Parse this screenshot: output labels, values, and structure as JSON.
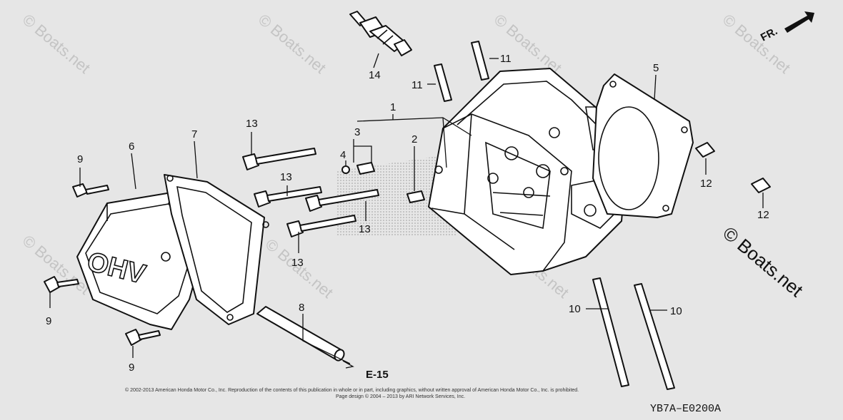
{
  "diagram": {
    "callouts": {
      "c1": "1",
      "c2": "2",
      "c3": "3",
      "c4": "4",
      "c5": "5",
      "c6": "6",
      "c7": "7",
      "c8": "8",
      "c9a": "9",
      "c9b": "9",
      "c9c": "9",
      "c10a": "10",
      "c10b": "10",
      "c11a": "11",
      "c11b": "11",
      "c12a": "12",
      "c12b": "12",
      "c13a": "13",
      "c13b": "13",
      "c13c": "13",
      "c13d": "13",
      "c14": "14"
    },
    "direction_label": "FR.",
    "cover_lettering": "OHV",
    "page_ref": "E-15",
    "diagram_code": "YB7A–E0200A",
    "watermark": "© Boats.net",
    "big_watermark": "© Boats.net",
    "copyright_line1": "© 2002-2013 American Honda Motor Co., Inc. Reproduction of the contents of this publication in whole or in part, including graphics, without written approval of American Honda Motor Co., Inc. is prohibited.",
    "copyright_line2": "Page design © 2004 – 2013 by ARI Network Services, Inc."
  }
}
